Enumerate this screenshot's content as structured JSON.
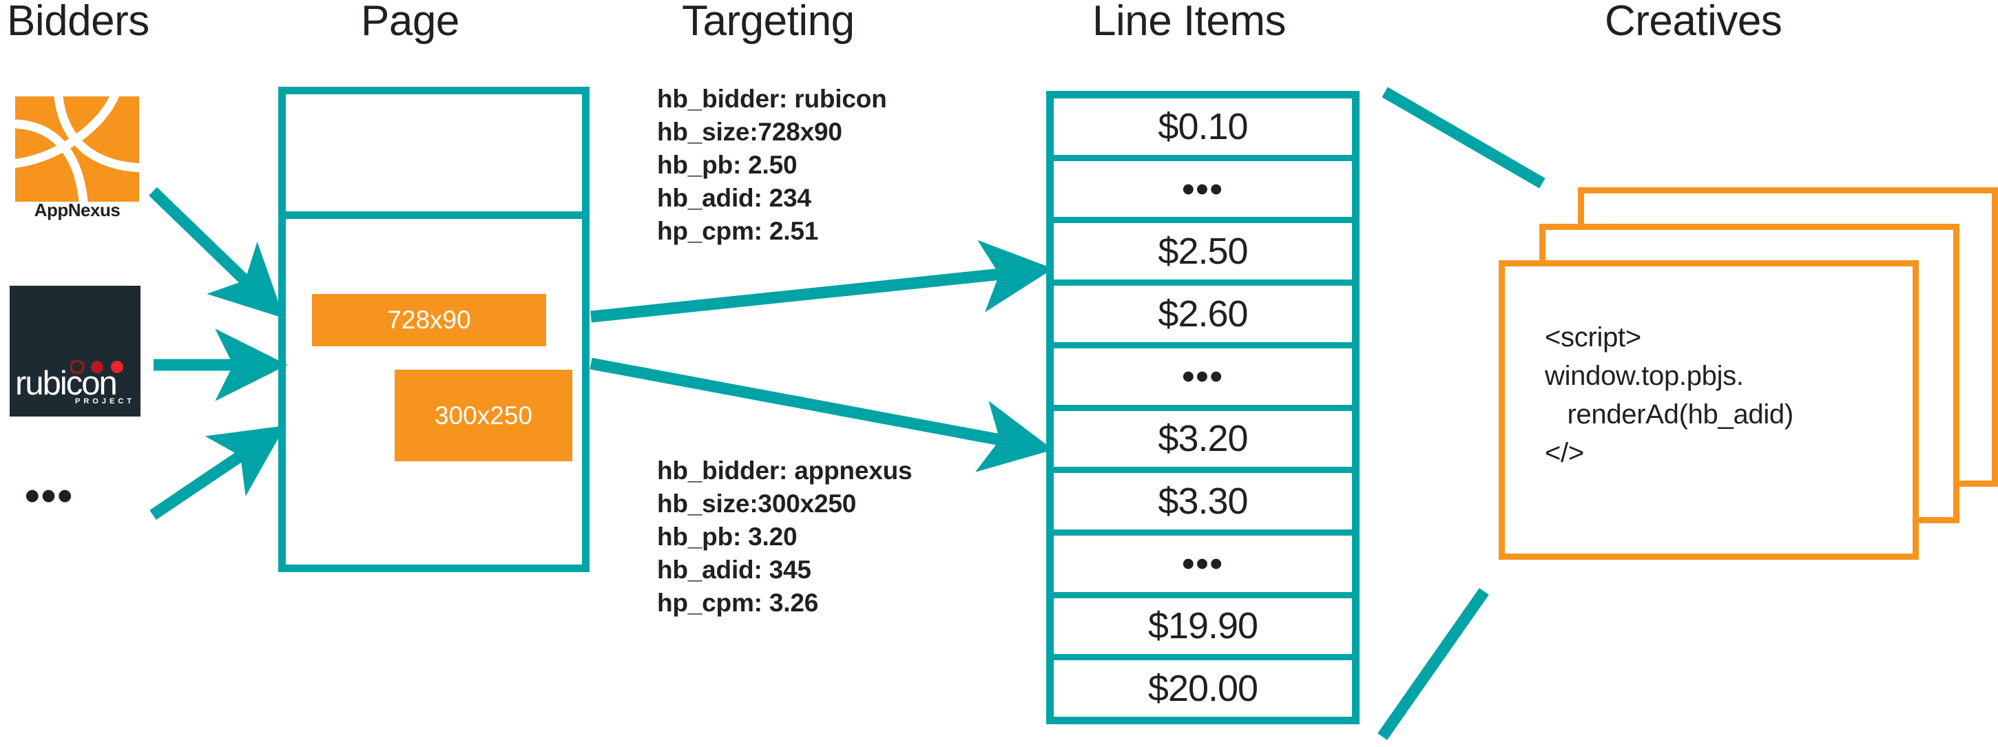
{
  "headers": {
    "bidders": "Bidders",
    "page": "Page",
    "targeting": "Targeting",
    "line_items": "Line Items",
    "creatives": "Creatives"
  },
  "colors": {
    "teal": "#00a4a6",
    "orange": "#f7941e",
    "ink": "#231f20",
    "rubicon_navy": "#1d2a32",
    "rubicon_red": "#e8252a",
    "white": "#ffffff"
  },
  "bidders": {
    "items": [
      {
        "name": "appnexus",
        "label": "AppNexus"
      },
      {
        "name": "rubicon",
        "label": "rubicon",
        "sublabel": "PROJECT"
      }
    ],
    "more": "•••"
  },
  "page": {
    "slots": [
      {
        "name": "728x90",
        "label": "728x90"
      },
      {
        "name": "300x250",
        "label": "300x250"
      }
    ]
  },
  "targeting": {
    "blocks": [
      {
        "id": "rubicon-728x90",
        "lines": [
          "hb_bidder: rubicon",
          "hb_size:728x90",
          "hb_pb: 2.50",
          "hb_adid: 234",
          "hp_cpm: 2.51"
        ]
      },
      {
        "id": "appnexus-300x250",
        "lines": [
          "hb_bidder: appnexus",
          "hb_size:300x250",
          "hb_pb: 3.20",
          "hb_adid: 345",
          "hp_cpm: 3.26"
        ]
      }
    ]
  },
  "line_items": {
    "rows": [
      {
        "label": "$0.10",
        "kind": "price"
      },
      {
        "label": "•••",
        "kind": "ellipsis"
      },
      {
        "label": "$2.50",
        "kind": "price"
      },
      {
        "label": "$2.60",
        "kind": "price"
      },
      {
        "label": "•••",
        "kind": "ellipsis"
      },
      {
        "label": "$3.20",
        "kind": "price"
      },
      {
        "label": "$3.30",
        "kind": "price"
      },
      {
        "label": "•••",
        "kind": "ellipsis"
      },
      {
        "label": "$19.90",
        "kind": "price"
      },
      {
        "label": "$20.00",
        "kind": "price"
      }
    ]
  },
  "creatives": {
    "count": 3,
    "code": "<script>\nwindow.top.pbjs.\n   renderAd(hb_adid)\n</>"
  }
}
